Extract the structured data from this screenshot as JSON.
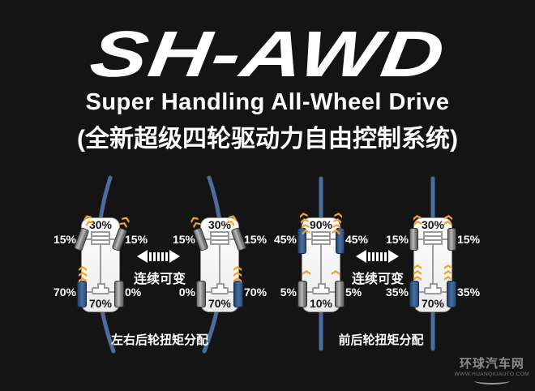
{
  "header": {
    "logo": "SH-AWD",
    "subtitle": "Super Handling All-Wheel Drive",
    "subtitle_cn": "(全新超级四轮驱动力自由控制系统)"
  },
  "panels": [
    {
      "caption": "左右后轮扭矩分配",
      "variable_label": "连续可变",
      "cars": [
        {
          "front_total": "30%",
          "front_left": "15%",
          "front_right": "15%",
          "rear_left": "70%",
          "rear_right": "0%",
          "rear_total": "70%"
        },
        {
          "front_total": "30%",
          "front_left": "15%",
          "front_right": "15%",
          "rear_left": "0%",
          "rear_right": "70%",
          "rear_total": "70%"
        }
      ]
    },
    {
      "caption": "前后轮扭矩分配",
      "variable_label": "连续可变",
      "cars": [
        {
          "front_total": "90%",
          "front_left": "45%",
          "front_right": "45%",
          "rear_left": "5%",
          "rear_right": "5%",
          "rear_total": "10%"
        },
        {
          "front_total": "30%",
          "front_left": "15%",
          "front_right": "15%",
          "rear_left": "35%",
          "rear_right": "35%",
          "rear_total": "70%"
        }
      ]
    }
  ],
  "watermark": {
    "site": "环球汽车网",
    "url": "WWW.HUANQIUAUTO.COM"
  },
  "colors": {
    "background": "#141414",
    "path_blue": "#4c6b9e",
    "wheel_blue": "#2f517e",
    "wheel_gray": "#8a8a8a",
    "chevron_orange": "#f2a42c",
    "car_body": "#ffffff",
    "text_light": "#ffffff",
    "text_dark": "#161616",
    "watermark_gray": "#8a8a8a"
  }
}
